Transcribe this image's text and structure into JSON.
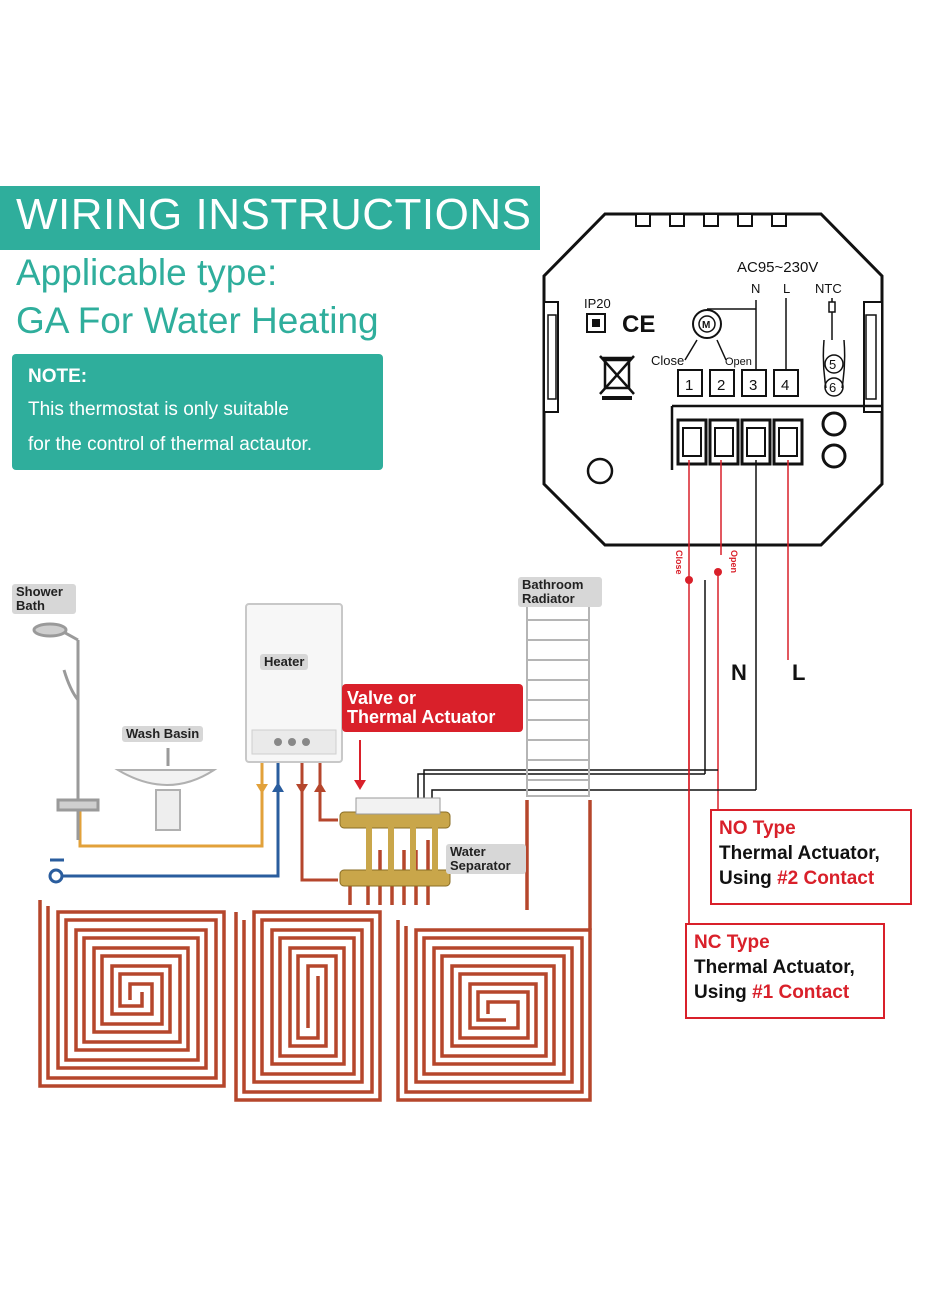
{
  "header": {
    "title": "WIRING INSTRUCTIONS",
    "subtitle_line1": "Applicable type:",
    "subtitle_line2": "GA For Water Heating"
  },
  "note": {
    "title": "NOTE:",
    "line1": "This thermostat is only suitable",
    "line2": "for the control of thermal actautor."
  },
  "thermostat": {
    "voltage": "AC95~230V",
    "ip_rating": "IP20",
    "ce_mark": "CE",
    "terminal_n": "N",
    "terminal_l": "L",
    "ntc": "NTC",
    "motor_symbol": "M",
    "close_label": "Close",
    "open_label": "Open",
    "terminals": [
      "1",
      "2",
      "3",
      "4"
    ],
    "ntc_terminals": [
      "5",
      "6"
    ]
  },
  "wires": {
    "close_tag": "Close",
    "open_tag": "Open",
    "n_label": "N",
    "l_label": "L"
  },
  "labels": {
    "shower_line1": "Shower",
    "shower_line2": "Bath",
    "heater": "Heater",
    "wash_basin": "Wash Basin",
    "radiator_line1": "Bathroom",
    "radiator_line2": "Radiator",
    "valve_line1": "Valve or",
    "valve_line2": "Thermal Actuator",
    "separator_line1": "Water",
    "separator_line2": "Separator"
  },
  "no_box": {
    "type_label": "NO Type",
    "line2": "Thermal Actuator,",
    "using": "Using ",
    "contact": "#2 Contact"
  },
  "nc_box": {
    "type_label": "NC Type",
    "line2": "Thermal Actuator,",
    "using": "Using ",
    "contact": "#1 Contact"
  },
  "colors": {
    "teal": "#2fae9c",
    "red": "#d9202a",
    "pipe": "#b5462c",
    "cold_pipe": "#2a5d9e",
    "hot_pipe": "#e2a13a"
  }
}
